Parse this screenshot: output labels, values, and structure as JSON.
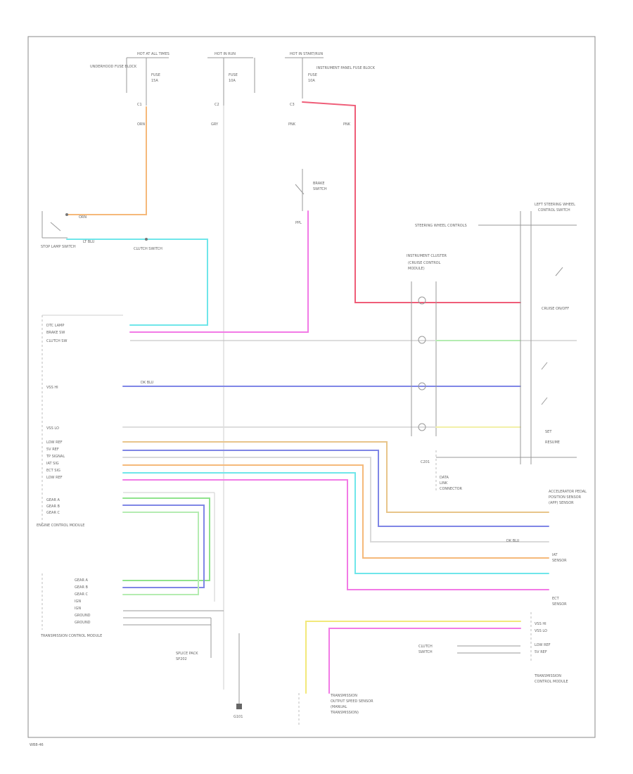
{
  "colors": {
    "orange": "#f5b97a",
    "cyan": "#6fe6ea",
    "magenta": "#f27ae6",
    "red": "#ef5d78",
    "blue": "#7f86e6",
    "green": "#8fe38c",
    "yellow": "#f2e87a",
    "tan": "#e8c58a",
    "lightgray": "#cfcfcf",
    "gray": "#9a9a9a"
  },
  "labels": {
    "fuse1": "HOT AT ALL TIMES",
    "fuse2": "HOT IN RUN",
    "fuse3": "HOT IN START/RUN",
    "fuse1_desc": "UNDERHOOD FUSE BLOCK",
    "fuse3_desc": "INSTRUMENT PANEL FUSE BLOCK",
    "stop_lamp": "STOP LAMP SWITCH",
    "clutch_switch": "CLUTCH SWITCH",
    "right_cluster": "INSTRUMENT CLUSTER",
    "ecm": "ENGINE CONTROL MODULE",
    "tcm_left": "TRANSMISSION CONTROL MODULE",
    "ground": "G101",
    "corner_code": "WB8-46"
  }
}
